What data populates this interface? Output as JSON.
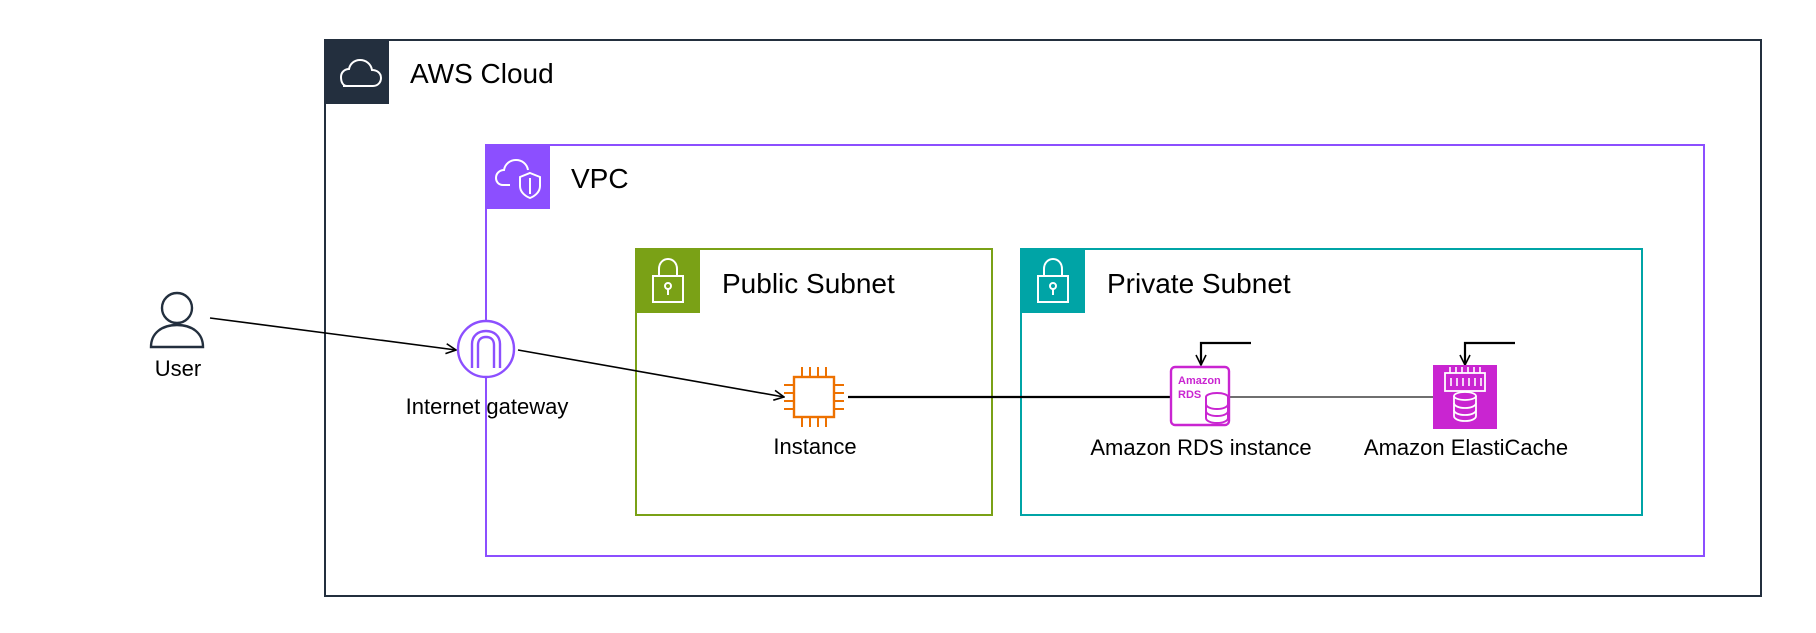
{
  "groups": {
    "aws_cloud": {
      "title": "AWS Cloud",
      "icon": "cloud-icon",
      "color": "#232F3E"
    },
    "vpc": {
      "title": "VPC",
      "icon": "vpc-icon",
      "color": "#8C4FFF"
    },
    "public_subnet": {
      "title": "Public Subnet",
      "icon": "lock-icon",
      "color": "#7AA116"
    },
    "private_subnet": {
      "title": "Private Subnet",
      "icon": "lock-icon",
      "color": "#00A4A6"
    }
  },
  "nodes": {
    "user": {
      "label": "User",
      "icon": "user-icon",
      "color": "#232F3E"
    },
    "internet_gateway": {
      "label": "Internet gateway",
      "icon": "internet-gateway-icon",
      "color": "#8C4FFF"
    },
    "instance": {
      "label": "Instance",
      "icon": "ec2-instance-icon",
      "color": "#ED7100"
    },
    "rds": {
      "label": "Amazon RDS instance",
      "icon": "amazon-rds-icon",
      "color": "#C925D1"
    },
    "elasticache": {
      "label": "Amazon ElastiCache",
      "icon": "amazon-elasticache-icon",
      "color": "#C925D1"
    }
  },
  "rds_icon_text": {
    "line1": "Amazon",
    "line2": "RDS"
  },
  "edges": [
    {
      "from": "User",
      "to": "Internet gateway"
    },
    {
      "from": "Internet gateway",
      "to": "Instance"
    },
    {
      "from": "Instance",
      "to": "Amazon RDS instance"
    },
    {
      "from": "Instance",
      "to": "Amazon ElastiCache"
    }
  ]
}
